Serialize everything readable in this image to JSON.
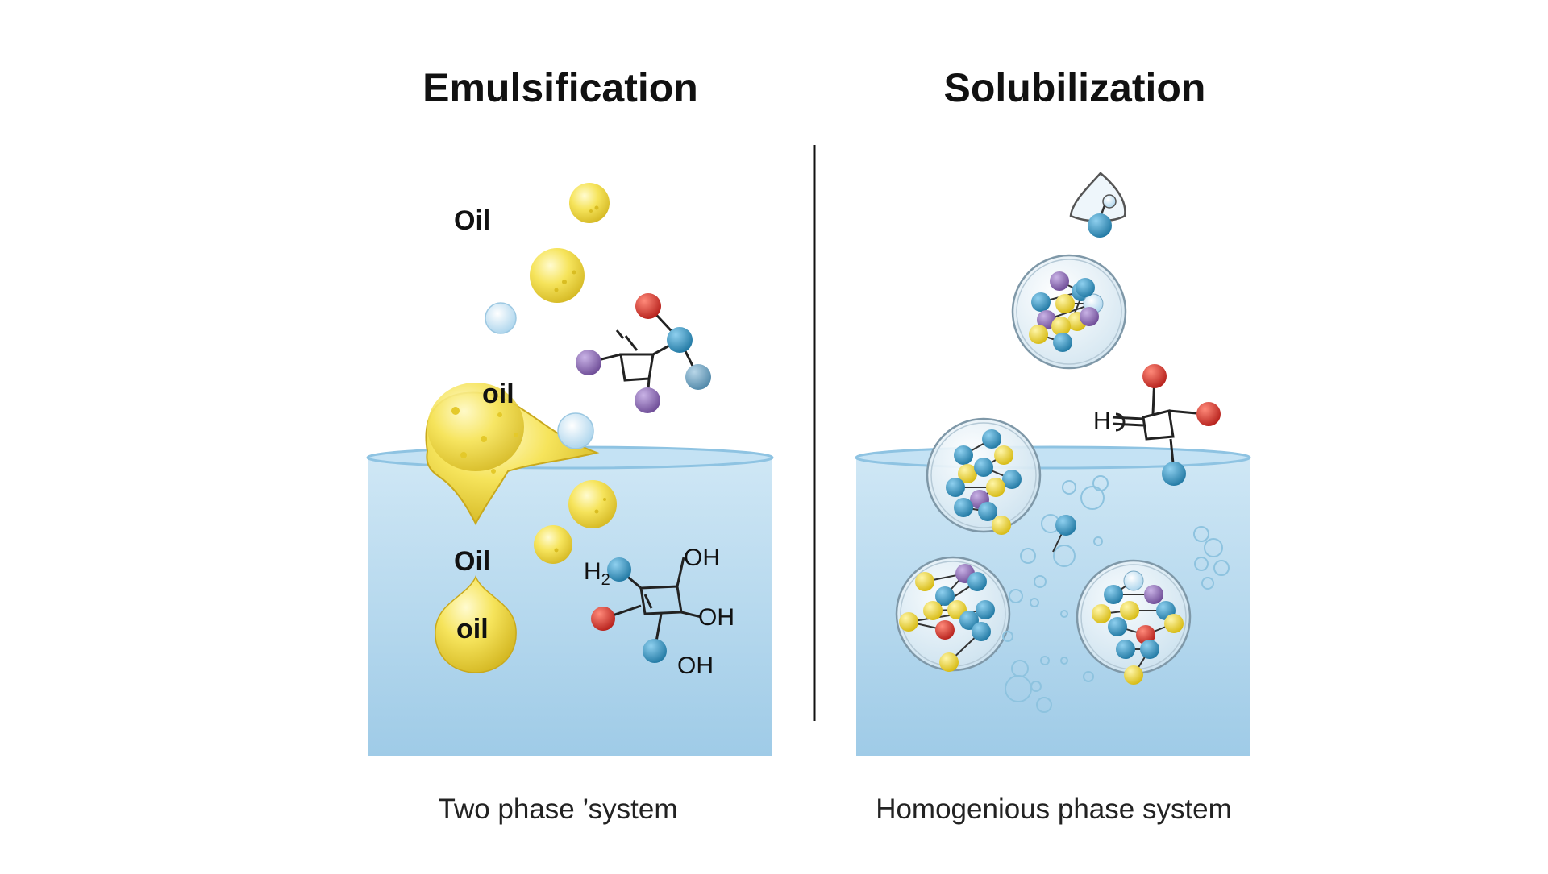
{
  "panels": {
    "left": {
      "title": "Emulsification",
      "caption": "Two phase ’system",
      "labels": {
        "oil_top": "Oil",
        "oil_floating": "oil",
        "oil_mid": "Oil",
        "oil_drop": "oil"
      },
      "chem": {
        "h2": "H",
        "h2_sub": "2",
        "oh1": "OH",
        "oh2": "OH",
        "oh3": "OH"
      }
    },
    "right": {
      "title": "Solubilization",
      "caption": "Homogenious phase system",
      "chem": {
        "h": "H"
      }
    }
  },
  "colors": {
    "water_top": "#c8e3f3",
    "water_bottom": "#a6cfe9",
    "oil": "#f2dd4e",
    "atom_blue": "#2f8fb8",
    "atom_red": "#d9312b",
    "atom_purple": "#8a66b0",
    "atom_yellow": "#f3dc2c",
    "divider": "#111111"
  }
}
